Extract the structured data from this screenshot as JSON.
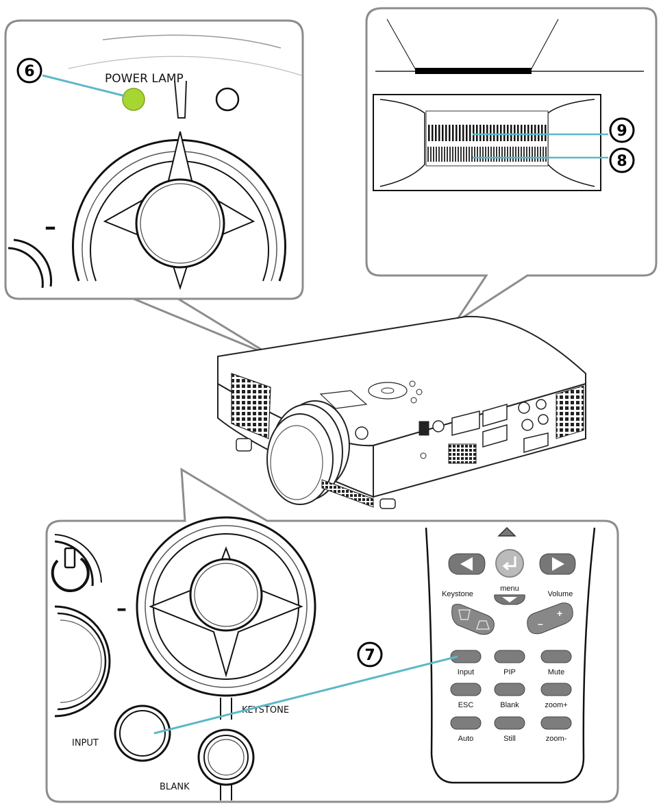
{
  "callouts": {
    "power_lamp_number": "6",
    "power_lamp_label": "POWER LAMP",
    "vent_upper_number": "9",
    "vent_lower_number": "8",
    "input_number": "7"
  },
  "panel_labels": {
    "input": "INPUT",
    "blank": "BLANK",
    "keystone": "KEYSTONE",
    "minus_top": "–",
    "minus_bottom": "–"
  },
  "remote": {
    "keystone": "Keystone",
    "menu": "menu",
    "volume": "Volume",
    "vol_minus": "–",
    "vol_plus": "+",
    "buttons": [
      [
        "Input",
        "PIP",
        "Mute"
      ],
      [
        "ESC",
        "Blank",
        "zoom+"
      ],
      [
        "Auto",
        "Still",
        "zoom-"
      ]
    ]
  },
  "colors": {
    "power_lamp": "#a8d630",
    "leader_line": "#5bb8c9",
    "frame": "#8c8c8c",
    "remote_button": "#7d7d7d"
  }
}
